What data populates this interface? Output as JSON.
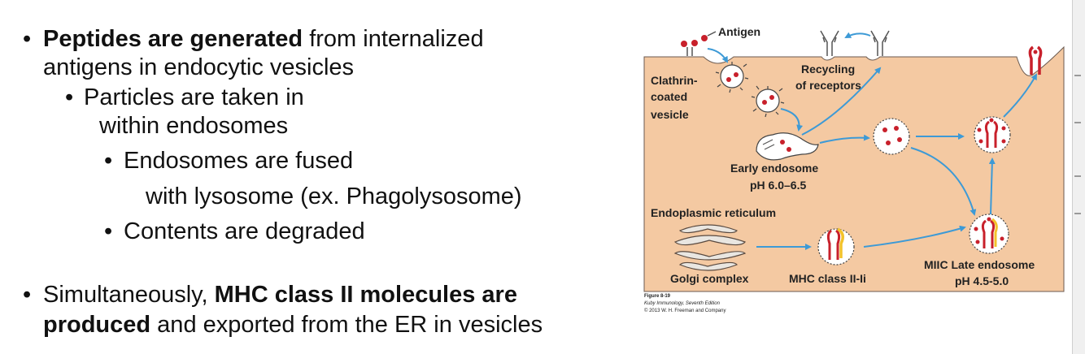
{
  "bullets": {
    "b1": {
      "bold": "Peptides are generated",
      "rest": " from internalized",
      "line2": "antigens in endocytic vesicles"
    },
    "b2": {
      "line1": "Particles are taken in",
      "line2": "within endosomes"
    },
    "b3": {
      "line1": "Endosomes are fused",
      "line2": "with lysosome (ex. Phagolysosome)"
    },
    "b4": {
      "line1": "Contents are degraded"
    },
    "b5": {
      "pre": "Simultaneously, ",
      "bold1": "MHC class II molecules are",
      "bold2": "produced",
      "rest": " and exported from the ER in vesicles"
    },
    "marker": "•"
  },
  "diagram": {
    "labels": {
      "antigen": "Antigen",
      "clathrin": [
        "Clathrin-",
        "coated",
        "vesicle"
      ],
      "recycling": [
        "Recycling",
        "of receptors"
      ],
      "early_endosome": [
        "Early endosome",
        "pH 6.0–6.5"
      ],
      "er": "Endoplasmic reticulum",
      "golgi": "Golgi complex",
      "mhc": "MHC class II-Ii",
      "late_endosome": [
        "MIIC Late endosome",
        "pH 4.5-5.0"
      ]
    },
    "colors": {
      "cell": "#f4c9a2",
      "arrow": "#3d9ad6",
      "red": "#c8202b",
      "yellow": "#f3c22a",
      "outline": "#5a4a40",
      "membrane": "#e9e6e1"
    }
  },
  "caption": {
    "figure": "Figure 8-19",
    "book": "Kuby Immunology, Seventh Edition",
    "copyright": "© 2013 W. H. Freeman and Company"
  }
}
